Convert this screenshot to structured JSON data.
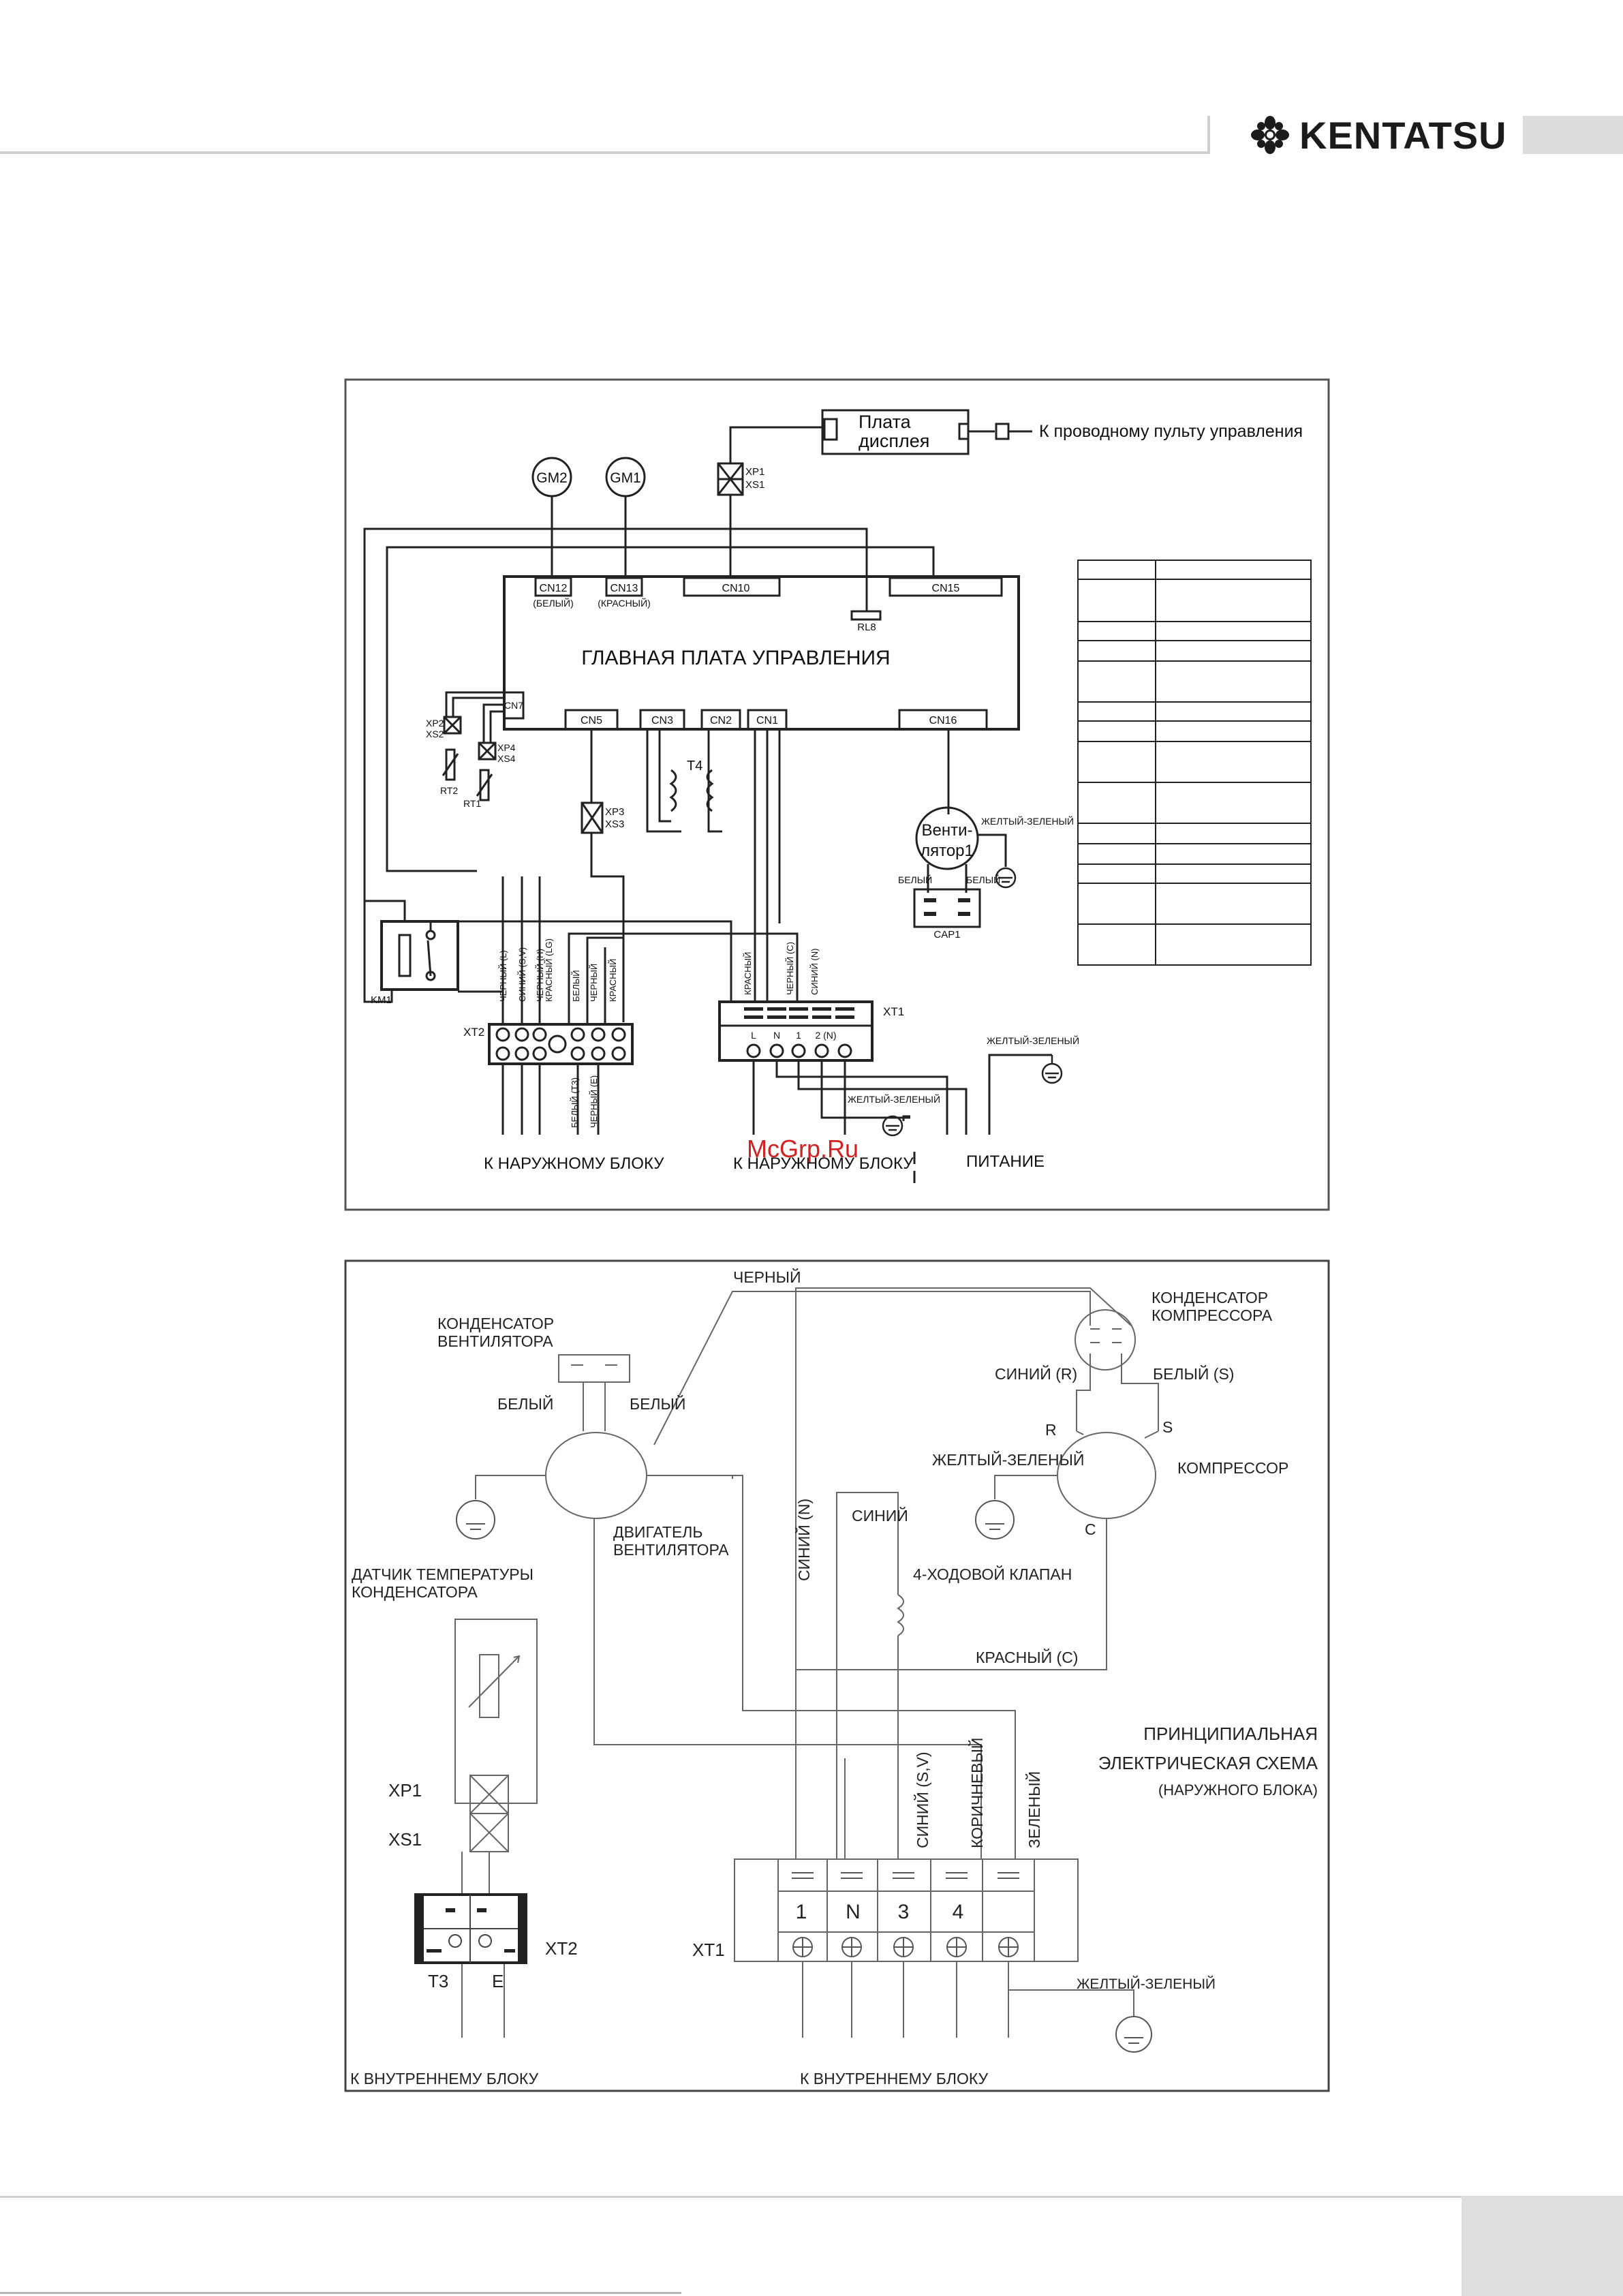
{
  "header": {
    "brand": "KENTATSU"
  },
  "indoor": {
    "display_board": [
      "Плата",
      "дисплея"
    ],
    "remote_label": "К проводному пульту управления",
    "xp1": "XP1",
    "xs1": "XS1",
    "gm2": "GM2",
    "gm1": "GM1",
    "cn12": "CN12",
    "cn12_note": "(БЕЛЫЙ)",
    "cn13": "CN13",
    "cn13_note": "(КРАСНЫЙ)",
    "cn10": "CN10",
    "cn15": "CN15",
    "rl8": "RL8",
    "main_board": "ГЛАВНАЯ ПЛАТА УПРАВЛЕНИЯ",
    "cn7": "CN7",
    "cn5": "CN5",
    "cn3": "CN3",
    "cn2": "CN2",
    "cn1": "CN1",
    "cn16": "CN16",
    "t4": "T4",
    "xp2": "XP2",
    "xs2": "XS2",
    "xp4": "XP4",
    "xs4": "XS4",
    "rt2": "RT2",
    "rt1": "RT1",
    "xp3": "XP3",
    "xs3": "XS3",
    "fan": [
      "Венти-",
      "лятор1"
    ],
    "fan_ground": "ЖЕЛТЫЙ-ЗЕЛЕНЫЙ",
    "cap_left": "БЕЛЫЙ",
    "cap_right": "БЕЛЫЙ",
    "cap1": "CAP1",
    "km1": "KM1",
    "xt2_wires": [
      "ЧЕРНЫЙ (L)",
      "СИНИЙ (S,V)",
      "ЧЕРНЫЙ (Н)",
      "КРАСНЫЙ (LG)",
      "БЕЛЫЙ",
      "ЧЕРНЫЙ",
      "КРАСНЫЙ"
    ],
    "xt2": "XT2",
    "xt2_bottom": [
      "БЕЛЫЙ (T3)",
      "ЧЕРНЫЙ (E)"
    ],
    "xt1_wires": [
      "КРАСНЫЙ",
      "ЧЕРНЫЙ (C)",
      "СИНИЙ (N)"
    ],
    "xt1": "XT1",
    "xt1_terms": [
      "L",
      "N",
      "1",
      "2 (N)"
    ],
    "ground_right": "ЖЕЛТЫЙ-ЗЕЛЕНЫЙ",
    "ground_mid": "ЖЕЛТЫЙ-ЗЕЛЕНЫЙ",
    "to_outdoor_1": "К НАРУЖНОМУ БЛОКУ",
    "to_outdoor_2": "К НАРУЖНОМУ БЛОКУ",
    "power": "ПИТАНИЕ",
    "watermark": "McGrp.Ru"
  },
  "outdoor": {
    "black": "ЧЕРНЫЙ",
    "comp_cap": [
      "КОНДЕНСАТОР",
      "КОМПРЕССОРА"
    ],
    "fan_cap": [
      "КОНДЕНСАТОР",
      "ВЕНТИЛЯТОРА"
    ],
    "blue_r": "СИНИЙ (R)",
    "white_s": "БЕЛЫЙ (S)",
    "white_left": "БЕЛЫЙ",
    "white_right": "БЕЛЫЙ",
    "r": "R",
    "s": "S",
    "c": "C",
    "yg": "ЖЕЛТЫЙ-ЗЕЛЕНЫЙ",
    "compressor": "КОМПРЕССОР",
    "fan_motor": [
      "ДВИГАТЕЛЬ",
      "ВЕНТИЛЯТОРА"
    ],
    "blue_n": "СИНИЙ (N)",
    "blue": "СИНИЙ",
    "valve": "4-ХОДОВОЙ КЛАПАН",
    "temp_sensor": [
      "ДАТЧИК ТЕМПЕРАТУРЫ",
      "КОНДЕНСАТОРА"
    ],
    "red_c": "КРАСНЫЙ (C)",
    "title": [
      "ПРИНЦИПИАЛЬНАЯ",
      "ЭЛЕКТРИЧЕСКАЯ СХЕМА"
    ],
    "subtitle": "(НАРУЖНОГО БЛОКА)",
    "xp1": "XP1",
    "xs1": "XS1",
    "vert_wires": [
      "СИНИЙ (S,V)",
      "КОРИЧНЕВЫЙ",
      "ЗЕЛЕНЫЙ"
    ],
    "terms": [
      "1",
      "N",
      "3",
      "4"
    ],
    "xt1": "XT1",
    "xt2": "XT2",
    "t3": "T3",
    "e": "E",
    "yg_bottom": "ЖЕЛТЫЙ-ЗЕЛЕНЫЙ",
    "to_indoor_1": "К ВНУТРЕННЕМУ БЛОКУ",
    "to_indoor_2": "К ВНУТРЕННЕМУ БЛОКУ"
  }
}
